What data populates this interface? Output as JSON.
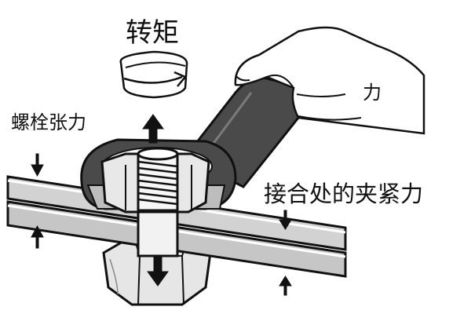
{
  "labels": {
    "torque": "转矩",
    "bolt_tension": "螺栓张力",
    "force": "力",
    "clamp_force": "接合处的夹紧力"
  },
  "colors": {
    "wrench": "#4a4a4a",
    "plate": "#d2d2d2",
    "outline": "#111111",
    "hand": "#ffffff"
  },
  "icons": [
    "torque-rotation-icon",
    "arrow-icon",
    "hand-icon",
    "wrench-icon",
    "bolt-icon",
    "nut-icon"
  ]
}
